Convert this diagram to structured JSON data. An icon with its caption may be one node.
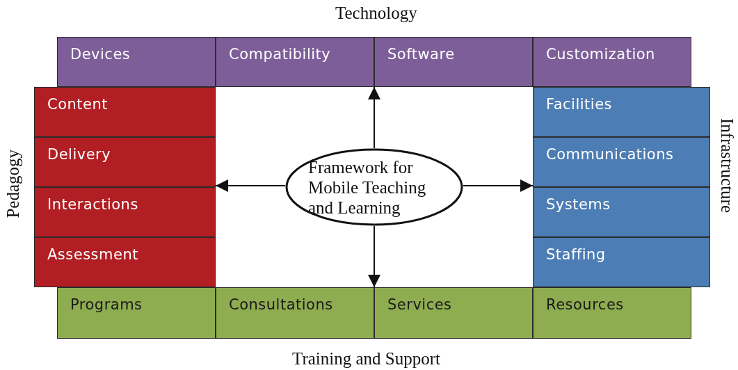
{
  "diagram": {
    "nodes": [
      {
        "text": [
          "Technology"
        ]
      },
      {
        "text": [
          "Devices"
        ],
        "in": 0
      },
      {
        "text": [
          "Compatibility"
        ],
        "in": 0
      },
      {
        "text": [
          "Software"
        ],
        "in": 0
      },
      {
        "text": [
          "Customization"
        ],
        "in": 0
      },
      {
        "text": [
          "Pedagogy"
        ]
      },
      {
        "text": [
          "Content"
        ],
        "in": 5
      },
      {
        "text": [
          "Delivery"
        ],
        "in": 5
      },
      {
        "text": [
          "Interactions"
        ],
        "in": 5
      },
      {
        "text": [
          "Assessment"
        ],
        "in": 5
      },
      {
        "text": [
          "Framework for Mobile Teaching and Learning"
        ]
      },
      {
        "text": [
          "Infrastructure"
        ]
      },
      {
        "text": [
          "Facilities"
        ],
        "in": 11
      },
      {
        "text": [
          "Communications"
        ],
        "in": 11
      },
      {
        "text": [
          "Systems"
        ],
        "in": 11
      },
      {
        "text": [
          "Staffing"
        ],
        "in": 11
      },
      {
        "text": [
          "Training and Support"
        ]
      },
      {
        "text": [
          "Programs"
        ],
        "in": 16
      },
      {
        "text": [
          "Consultations"
        ],
        "in": 16
      },
      {
        "text": [
          "Services"
        ],
        "in": 16
      },
      {
        "text": [
          "Resources"
        ],
        "in": 16
      }
    ],
    "edges": [
      {
        "from": 10,
        "to": 0,
        "arrow": "to"
      },
      {
        "from": 10,
        "to": 5,
        "arrow": "to"
      },
      {
        "from": 10,
        "to": 11,
        "arrow": "to"
      },
      {
        "from": 10,
        "to": 16,
        "arrow": "to"
      }
    ]
  }
}
